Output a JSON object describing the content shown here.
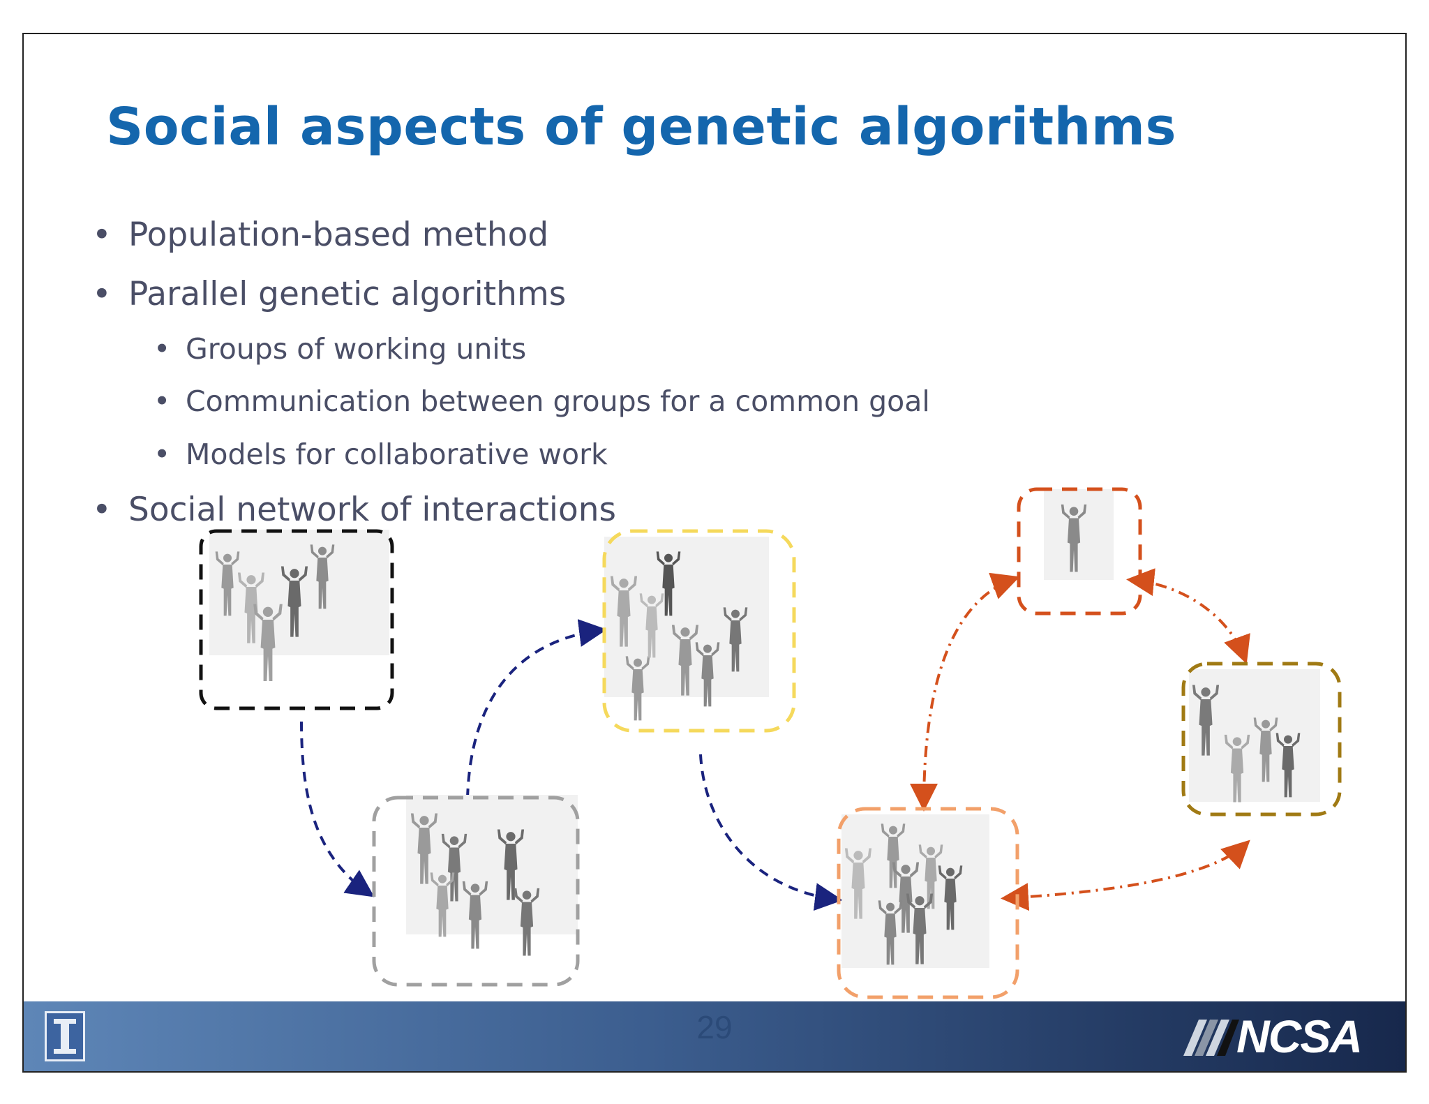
{
  "slide": {
    "title": "Social aspects of genetic algorithms",
    "bullets": [
      {
        "text": "Population-based method",
        "level": 1
      },
      {
        "text": "Parallel genetic algorithms",
        "level": 1
      },
      {
        "text": "Groups of working units",
        "level": 2
      },
      {
        "text": "Communication between groups for a common goal",
        "level": 2
      },
      {
        "text": "Models for collaborative work",
        "level": 2
      },
      {
        "text": "Social network of interactions",
        "level": 1
      }
    ],
    "bullet_symbol": "•",
    "page_number": "29",
    "footer_logo": "NCSA"
  },
  "diagram": {
    "groups": [
      {
        "id": "group-black",
        "border_color": "#111111",
        "members": 5
      },
      {
        "id": "group-gray",
        "border_color": "#a0a0a0",
        "members": 6
      },
      {
        "id": "group-yellow",
        "border_color": "#f5d95c",
        "members": 7
      },
      {
        "id": "group-orange-light",
        "border_color": "#f2a06a",
        "members": 7
      },
      {
        "id": "group-orange-top",
        "border_color": "#d4501c",
        "members": 1
      },
      {
        "id": "group-olive",
        "border_color": "#a07a14",
        "members": 4
      }
    ],
    "links": [
      {
        "from": "group-black",
        "to": "group-gray",
        "style": "dashed",
        "color": "#1a237e",
        "direction": "one-way"
      },
      {
        "from": "group-gray",
        "to": "group-yellow",
        "style": "dashed",
        "color": "#1a237e",
        "direction": "one-way"
      },
      {
        "from": "group-yellow",
        "to": "group-orange-light",
        "style": "dashed",
        "color": "#1a237e",
        "direction": "one-way"
      },
      {
        "from": "group-orange-light",
        "to": "group-orange-top",
        "style": "dash-dot",
        "color": "#d4501c",
        "direction": "two-way"
      },
      {
        "from": "group-orange-top",
        "to": "group-olive",
        "style": "dash-dot",
        "color": "#d4501c",
        "direction": "two-way"
      },
      {
        "from": "group-olive",
        "to": "group-orange-light",
        "style": "dash-dot",
        "color": "#d4501c",
        "direction": "two-way"
      }
    ]
  },
  "colors": {
    "title": "#1466ad",
    "text": "#4a4e66",
    "footer_dark": "#17284c",
    "footer_light": "#5e86b7"
  }
}
